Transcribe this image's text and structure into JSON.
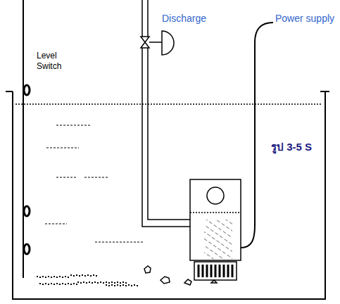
{
  "diagram": {
    "caption": "รูป 3-5 S",
    "labels": [
      "Discharge",
      "Power supply",
      "Level Switch"
    ]
  }
}
